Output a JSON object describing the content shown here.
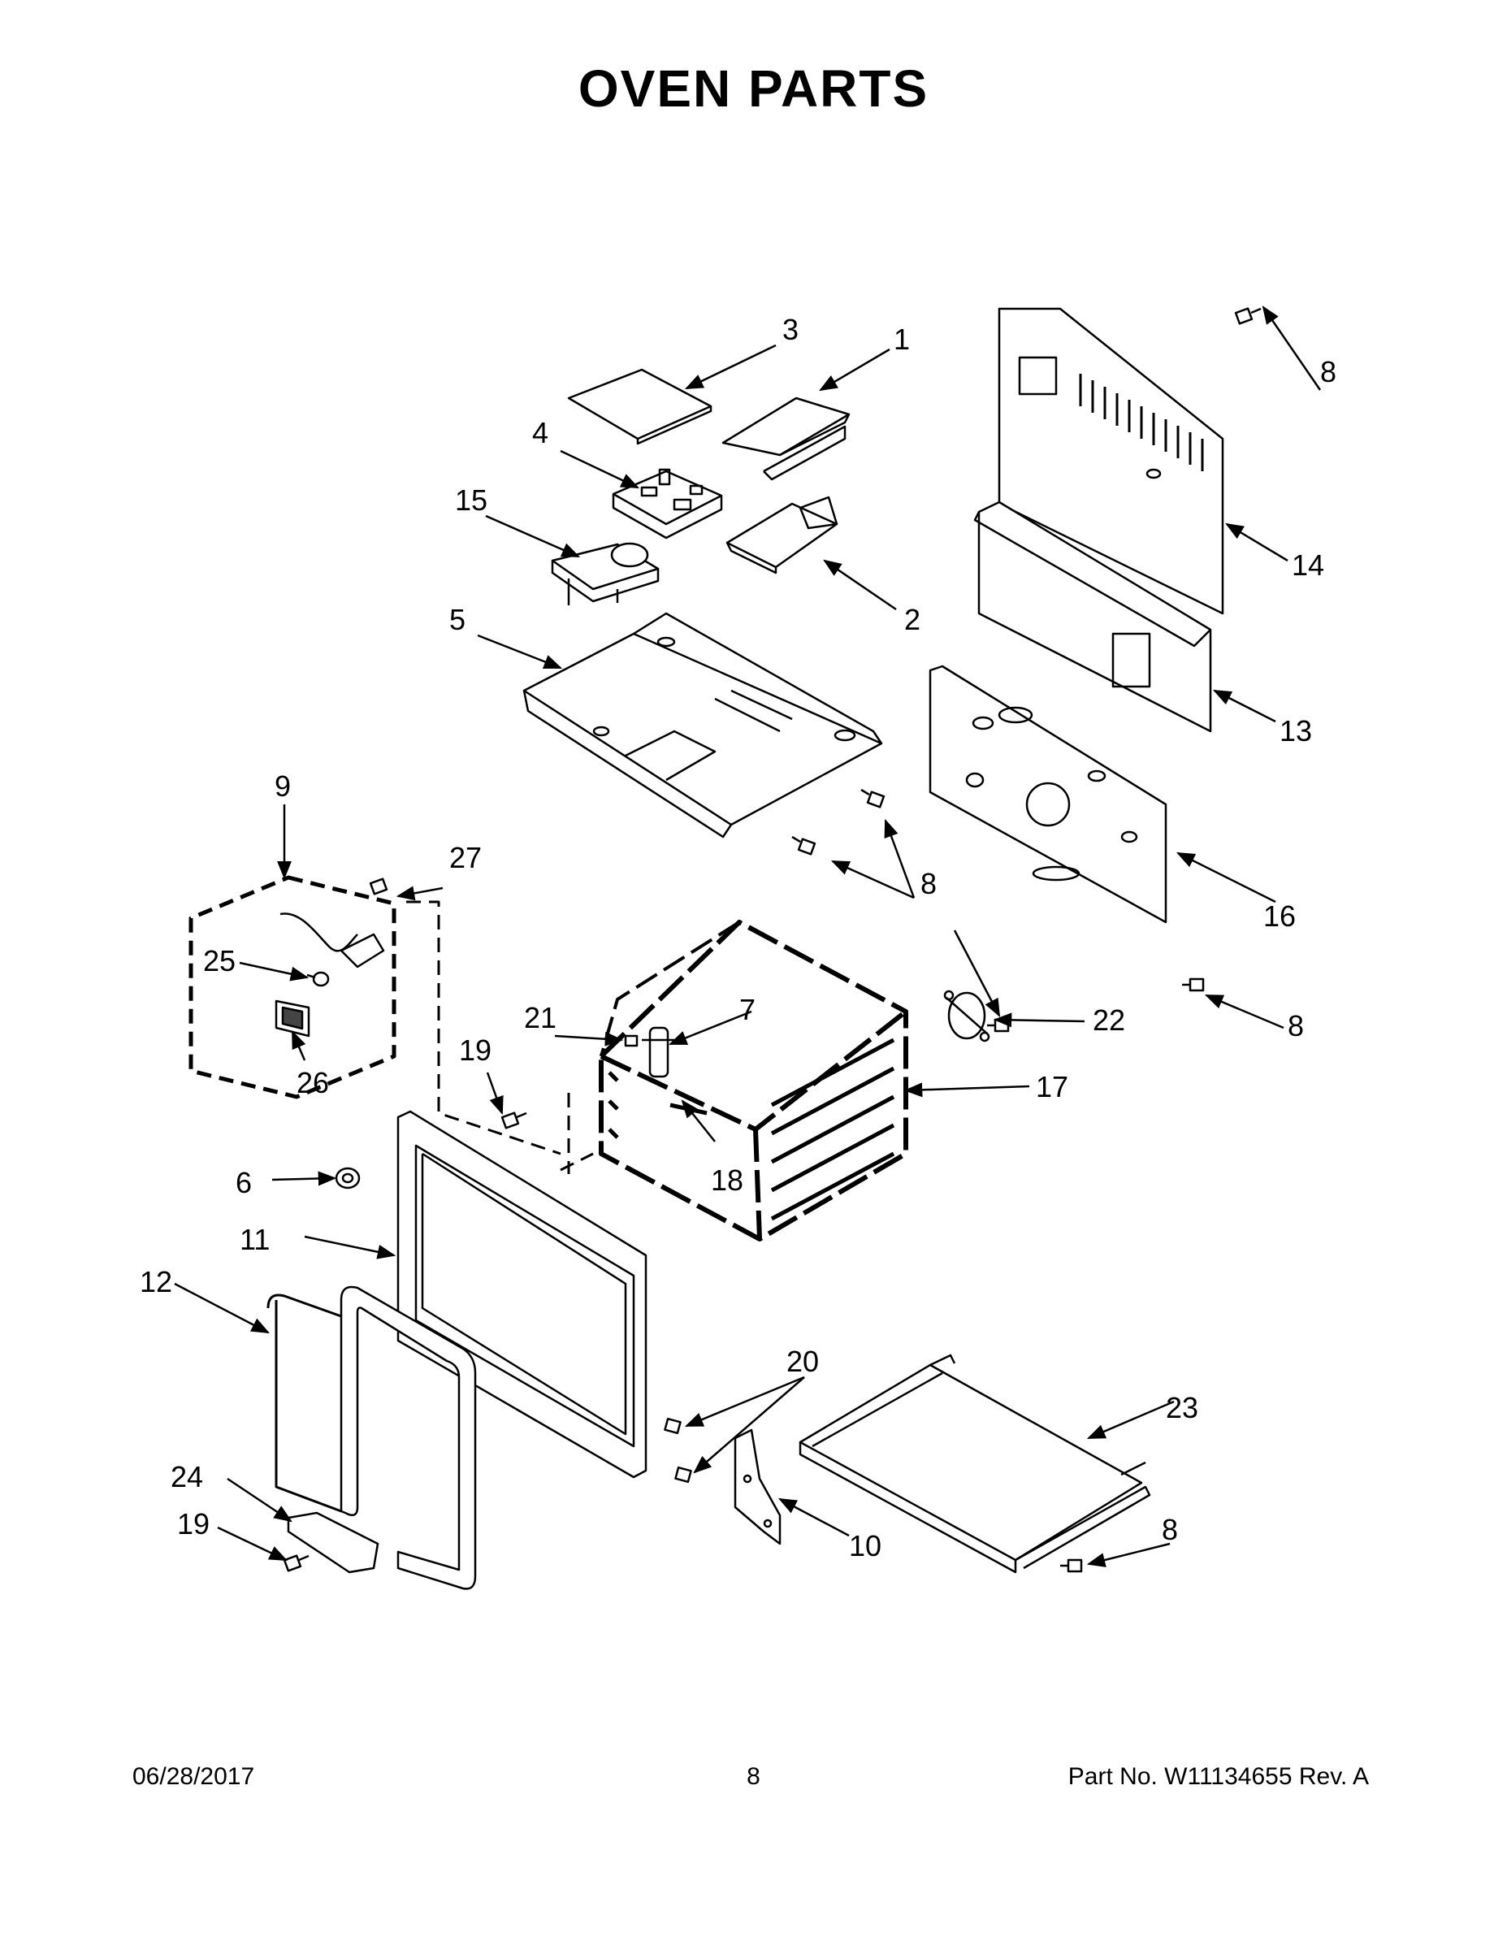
{
  "title": "OVEN PARTS",
  "callouts": {
    "c1": "1",
    "c2": "2",
    "c3": "3",
    "c4": "4",
    "c5": "5",
    "c6": "6",
    "c7": "7",
    "c8": "8",
    "c9": "9",
    "c10": "10",
    "c11": "11",
    "c12": "12",
    "c13": "13",
    "c14": "14",
    "c15": "15",
    "c16": "16",
    "c17": "17",
    "c18": "18",
    "c19": "19",
    "c20": "20",
    "c21": "21",
    "c22": "22",
    "c23": "23",
    "c24": "24",
    "c25": "25",
    "c26": "26",
    "c27": "27"
  },
  "footer": {
    "date": "06/28/2017",
    "page": "8",
    "part": "Part No.  W11134655  Rev.  A"
  }
}
